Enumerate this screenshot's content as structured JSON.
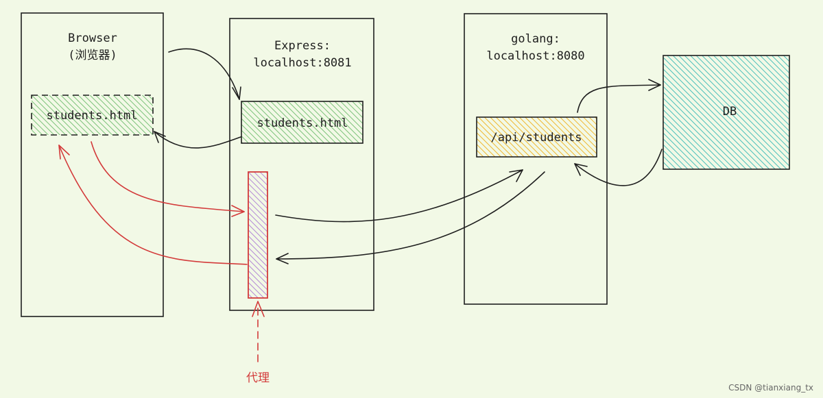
{
  "browser": {
    "title": "Browser",
    "subtitle": "(浏览器)",
    "file": "students.html"
  },
  "express": {
    "title": "Express:",
    "host": "localhost:8081",
    "file": "students.html"
  },
  "golang": {
    "title": "golang:",
    "host": "localhost:8080",
    "endpoint": "/api/students"
  },
  "db": {
    "label": "DB"
  },
  "proxy": {
    "label": "代理"
  },
  "watermark": "CSDN @tianxiang_tx",
  "colors": {
    "background": "#f2f9e6",
    "stroke": "#1e1e1e",
    "red": "#d33a3a",
    "green_fill": "#9fd39a",
    "purple_fill": "#c9a3e0",
    "yellow_fill": "#f4c24d",
    "teal_fill": "#5fc8c4"
  }
}
